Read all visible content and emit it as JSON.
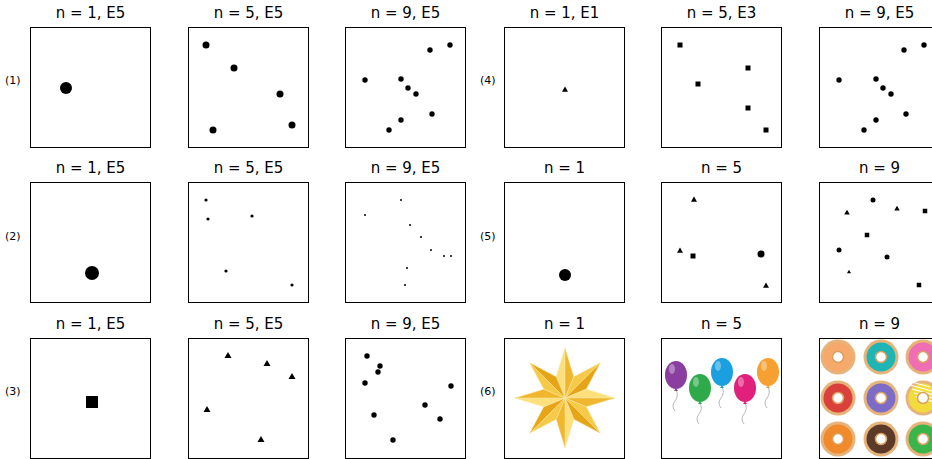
{
  "diagram": {
    "nodes": [
      {
        "text": [
          "n = 1, E5"
        ]
      },
      {
        "text": [
          "n = 5, E5"
        ]
      },
      {
        "text": [
          "n = 9, E5"
        ]
      },
      {
        "text": [
          "n = 1, E1"
        ]
      },
      {
        "text": [
          "n = 5, E3"
        ]
      },
      {
        "text": [
          "n = 9, E5"
        ]
      },
      {
        "text": [
          "n = 1, E5"
        ]
      },
      {
        "text": [
          "n = 5, E5"
        ]
      },
      {
        "text": [
          "n = 9, E5"
        ]
      },
      {
        "text": [
          "n = 1"
        ]
      },
      {
        "text": [
          "n = 5"
        ]
      },
      {
        "text": [
          "n = 9"
        ]
      },
      {
        "text": [
          "n = 1, E5"
        ]
      },
      {
        "text": [
          "n = 5, E5"
        ]
      },
      {
        "text": [
          "n = 9, E5"
        ]
      },
      {
        "text": [
          "n = 1"
        ]
      },
      {
        "text": [
          "n = 5"
        ]
      },
      {
        "text": [
          "n = 9"
        ]
      }
    ],
    "labels": [
      "(1)",
      "(4)",
      "(2)",
      "(5)",
      "(3)",
      "(6)"
    ]
  }
}
